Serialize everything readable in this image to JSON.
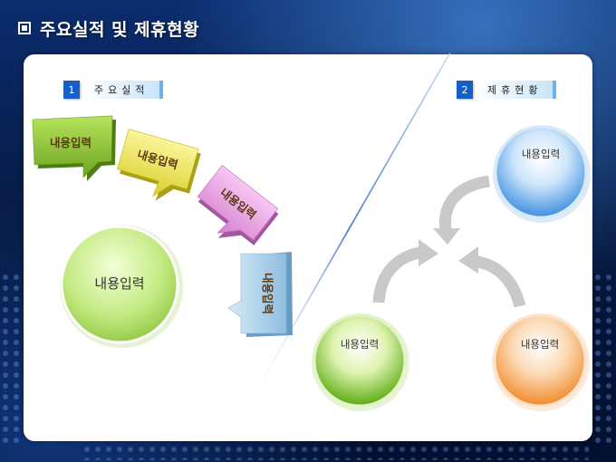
{
  "slide": {
    "title": "주요실적 및 제휴현황"
  },
  "section1": {
    "number": "1",
    "label": "주요실적",
    "arrows": [
      "내용입력",
      "내용입력",
      "내용입력",
      "내용입력"
    ],
    "circle": "내용입력"
  },
  "section2": {
    "number": "2",
    "label": "제휴현황",
    "circles": {
      "top": "내용입력",
      "left": "내용입력",
      "right": "내용입력"
    }
  },
  "colors": {
    "arrow1": "#8cc63f",
    "arrow2": "#f2e94e",
    "arrow3": "#e89fe2",
    "arrow4": "#a7cdea",
    "circle_green": "#b4e36a",
    "blue_sphere": "#6ab4f2",
    "green_sphere": "#7ecb1b",
    "orange_sphere": "#f7a14a"
  }
}
